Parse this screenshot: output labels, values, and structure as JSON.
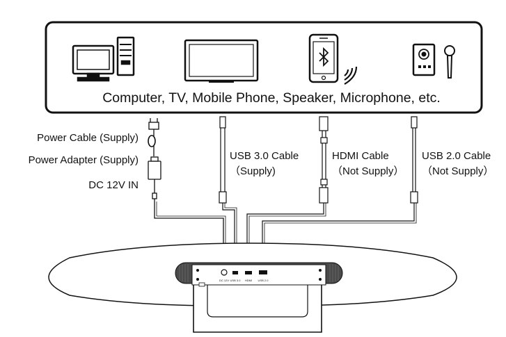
{
  "devices_caption": "Computer, TV, Mobile Phone, Speaker, Microphone, etc.",
  "device_icons": [
    "computer-icon",
    "tv-icon",
    "mobile-phone-icon",
    "bluetooth-icon",
    "wireless-signal-icon",
    "speaker-icon",
    "microphone-icon"
  ],
  "power": {
    "cable": "Power Cable (Supply)",
    "adapter": "Power Adapter (Supply)",
    "input": "DC 12V IN"
  },
  "usb3": {
    "name": "USB 3.0 Cable",
    "supply": "（Supply)"
  },
  "hdmi": {
    "name": "HDMI Cable",
    "supply": "（Not Supply）"
  },
  "usb2": {
    "name": "USB 2.0 Cable",
    "supply": "（Not Supply）"
  },
  "port_labels": [
    "DC 12V",
    "USB 3.0",
    "HDMI",
    "USB 2.0"
  ],
  "colors": {
    "line": "#111111",
    "panel": "#ffffff",
    "grille": "#4a4a4a"
  }
}
